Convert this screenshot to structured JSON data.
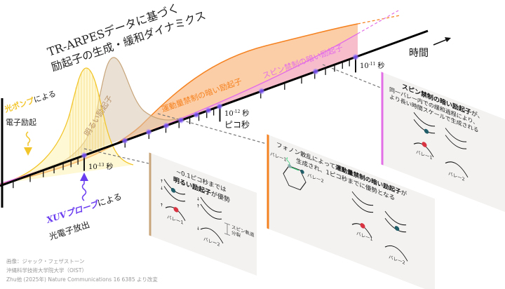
{
  "title": {
    "line1": "TR-ARPESデータに基づく",
    "line2": "励起子の生成・緩和ダイナミクス"
  },
  "axis": {
    "label": "時間",
    "ticks": [
      {
        "exp": "-13",
        "unit": "秒"
      },
      {
        "exp": "-12",
        "unit": "秒",
        "sub": "ピコ秒"
      },
      {
        "exp": "-11",
        "unit": "秒"
      }
    ]
  },
  "pump": {
    "highlight": "光ポンプ",
    "rest": "による",
    "line2": "電子励起"
  },
  "probe": {
    "highlight": "XUVプローブ",
    "rest": "による",
    "line2": "光電子放出"
  },
  "curves": {
    "bright": "明るい励起子",
    "momentum_dark": "運動量禁制の暗い励起子",
    "spin_dark": "スピン禁制の暗い励起子"
  },
  "panels": {
    "bright": {
      "line1": "~0.1ピコ秒までは",
      "bold": "明るい励起子",
      "rest": "が優勢",
      "spin_orbit": "スピン軌道",
      "split": "分裂",
      "valley1": "バレー1",
      "valley2": "バレー2"
    },
    "momentum": {
      "line1": "フォノン散乱によって",
      "bold": "運動量禁制の暗い励起子",
      "rest": "が",
      "line2": "生成され、1ピコ秒までに優勢となる",
      "valley1": "バレー1",
      "valley2": "バレー2"
    },
    "spin": {
      "bold": "スピン禁制の暗い励起子",
      "rest": "が、",
      "line2": "同一バレー内での緩和過程により、",
      "line3": "より長い時間スケールで生成される",
      "valley1": "バレー1",
      "valley2": "バレー2"
    }
  },
  "credits": {
    "line1": "画像：ジャック・フェザストーン",
    "line2": "沖縄科学技術大学院大学（OIST）",
    "line3": "Zhu他 (2025年) Nature Communications 16 6385 より改変"
  },
  "colors": {
    "pump": "#f2c52a",
    "bright": "#c8a57a",
    "momentum": "#f58220",
    "spin": "#e36fe6",
    "probe": "#6a3cf0",
    "hole": "#d73340",
    "electron": "#1f5d68",
    "phonon": "#3ccf7a"
  }
}
